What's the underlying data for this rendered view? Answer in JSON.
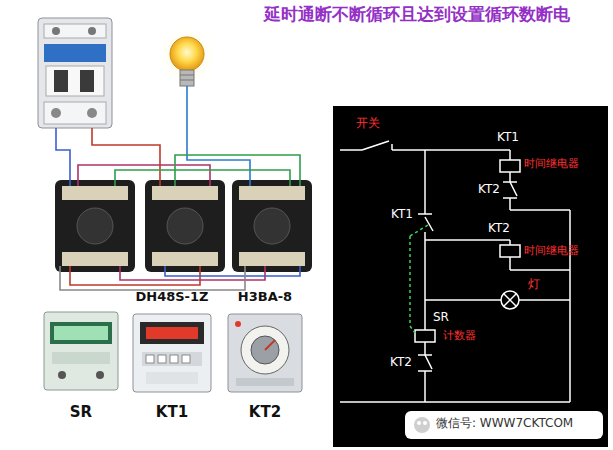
{
  "diagram": {
    "title": "延时通断不断循环且达到设置循环数断电",
    "nodes": [
      {
        "text": [
          "SR"
        ]
      },
      {
        "text": [
          "DH48S-1Z",
          "KT1"
        ]
      },
      {
        "text": [
          "H3BA-8",
          "KT2"
        ]
      }
    ],
    "labels": [
      "开关",
      "KT1",
      "时间继电器",
      "KT2",
      "KT1",
      "KT2",
      "时间继电器",
      "灯",
      "SR",
      "计数器",
      "KT2",
      "微信号: WWW7CKTCOM"
    ]
  }
}
